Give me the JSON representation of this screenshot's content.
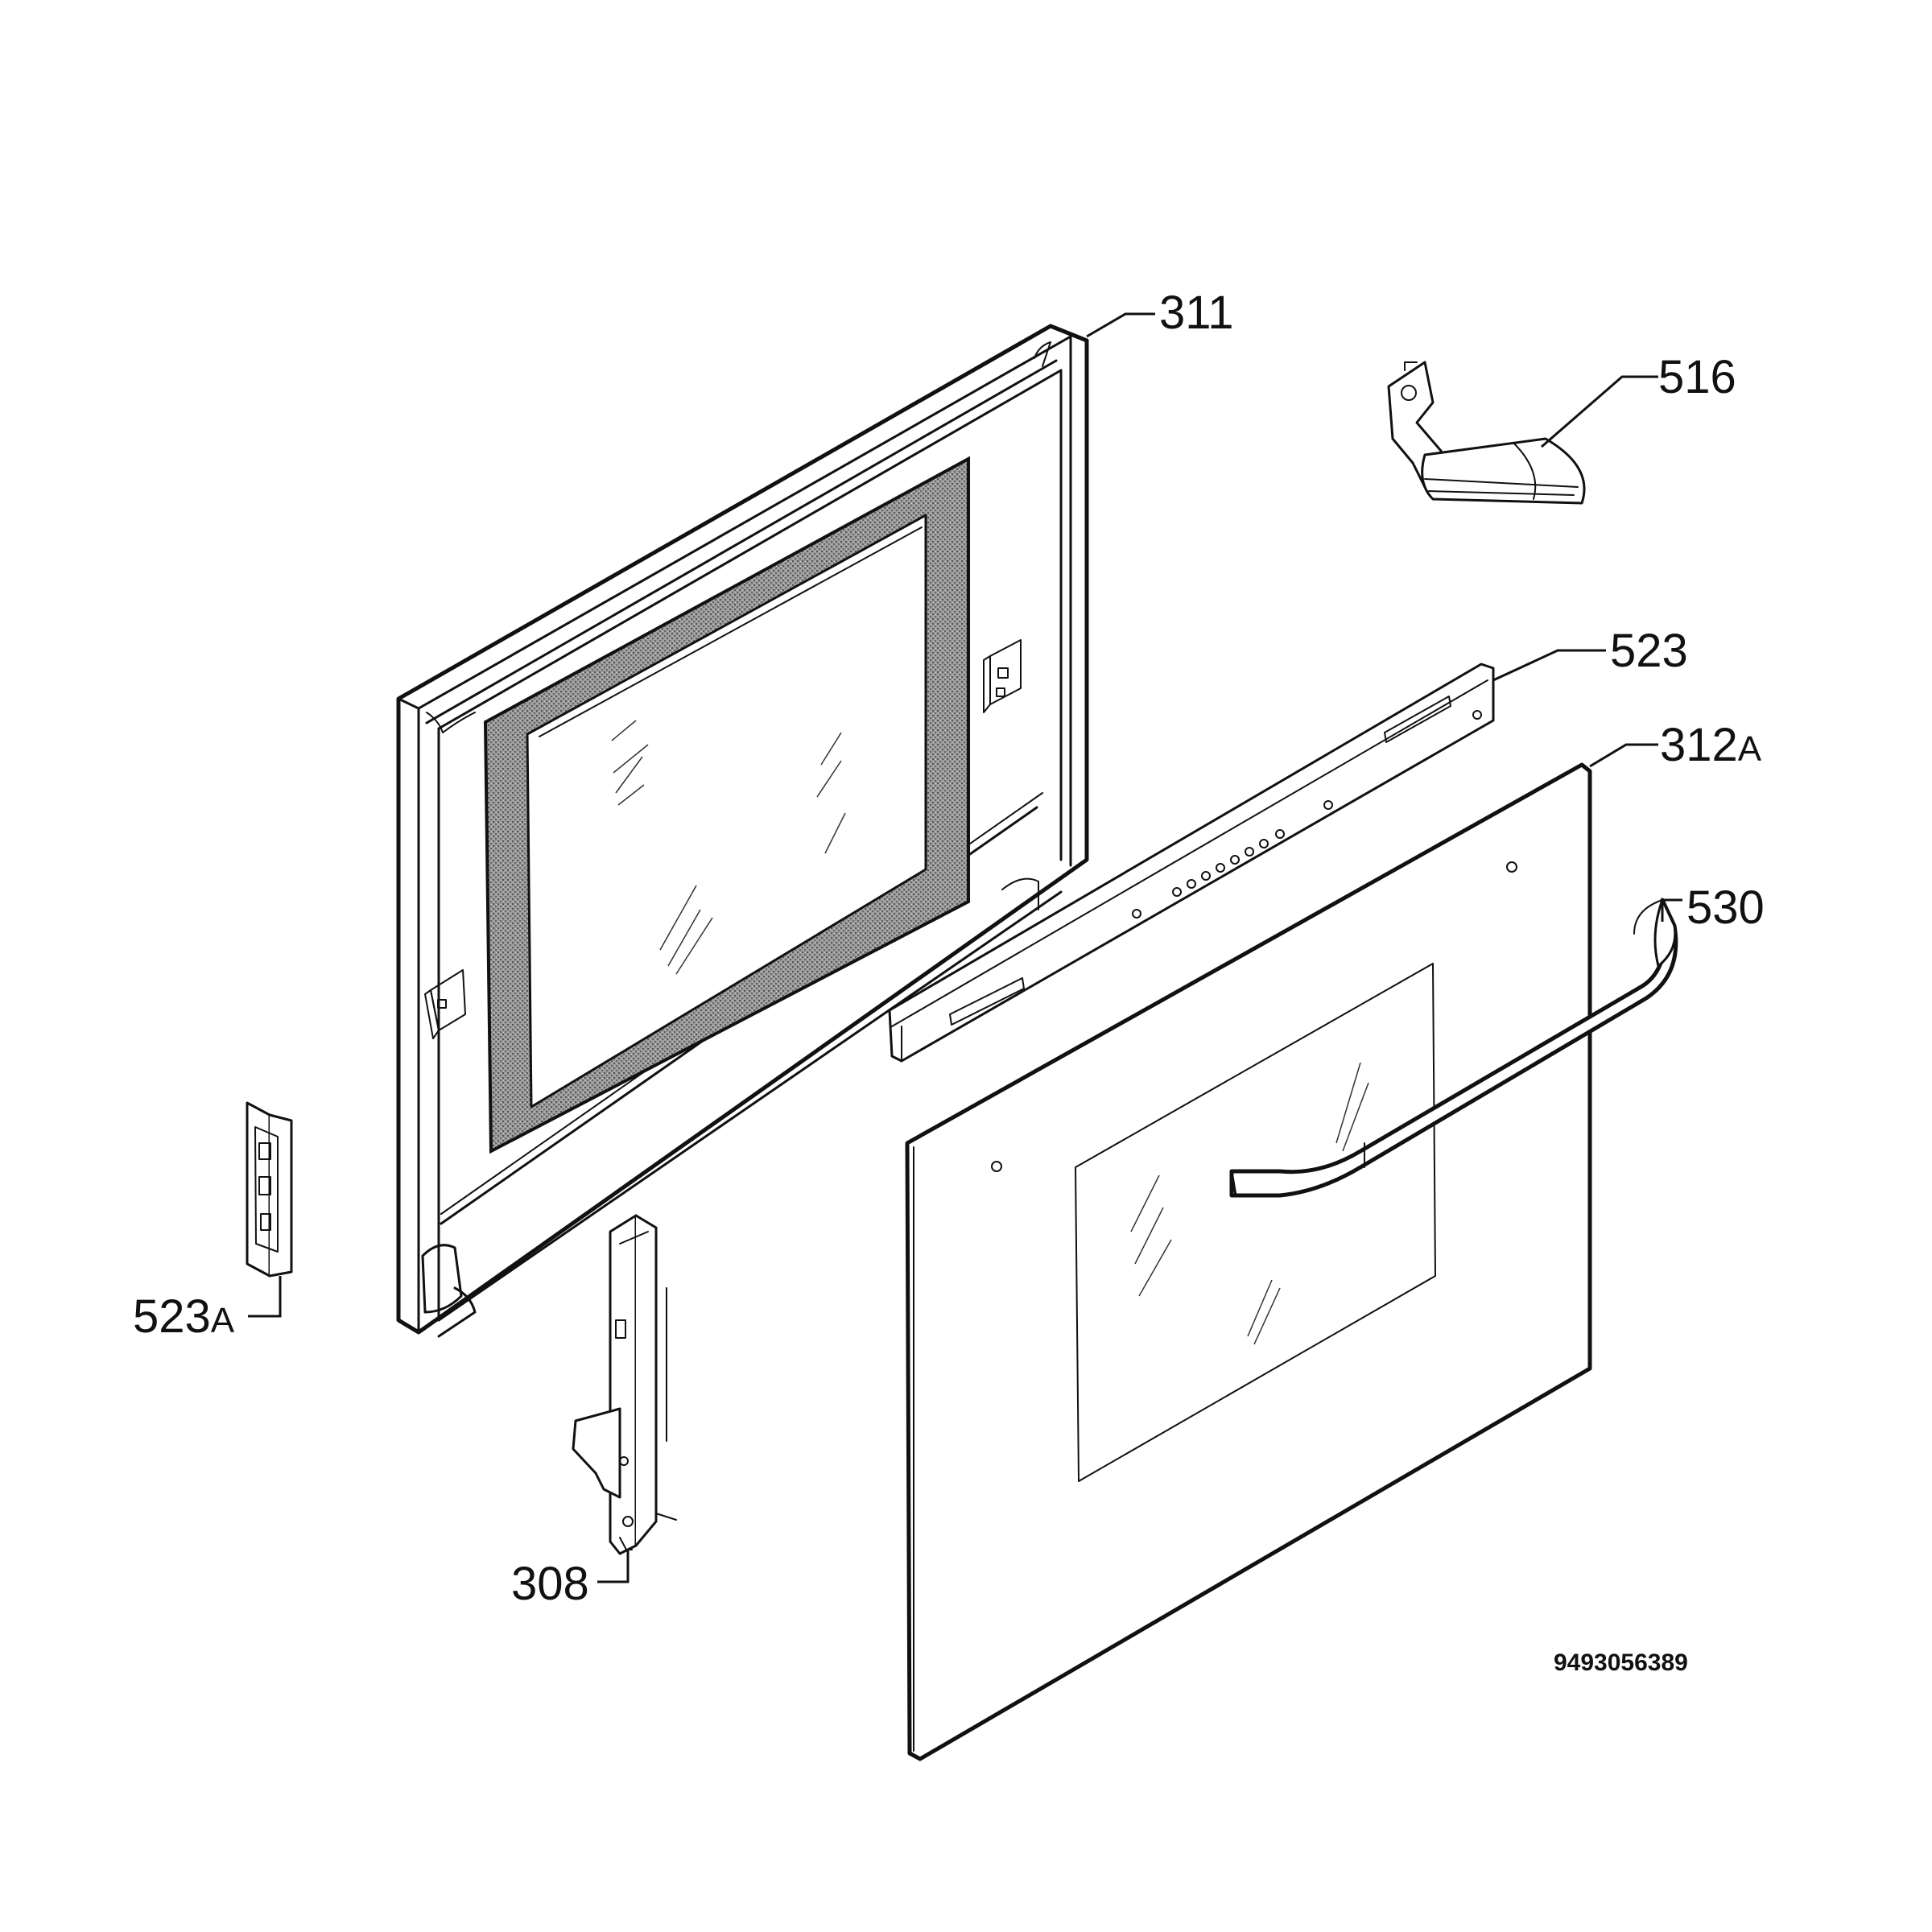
{
  "callouts": [
    {
      "id": "311",
      "text": "311"
    },
    {
      "id": "516",
      "text": "516"
    },
    {
      "id": "523",
      "text": "523"
    },
    {
      "id": "312A",
      "text": "312",
      "suffix": "A"
    },
    {
      "id": "530",
      "text": "530"
    },
    {
      "id": "523A",
      "text": "523",
      "suffix": "A"
    },
    {
      "id": "308",
      "text": "308"
    }
  ],
  "document_number": "9493056389",
  "colors": {
    "line": "#111111",
    "background": "#ffffff",
    "seal_fill": "#8a8a8a"
  }
}
